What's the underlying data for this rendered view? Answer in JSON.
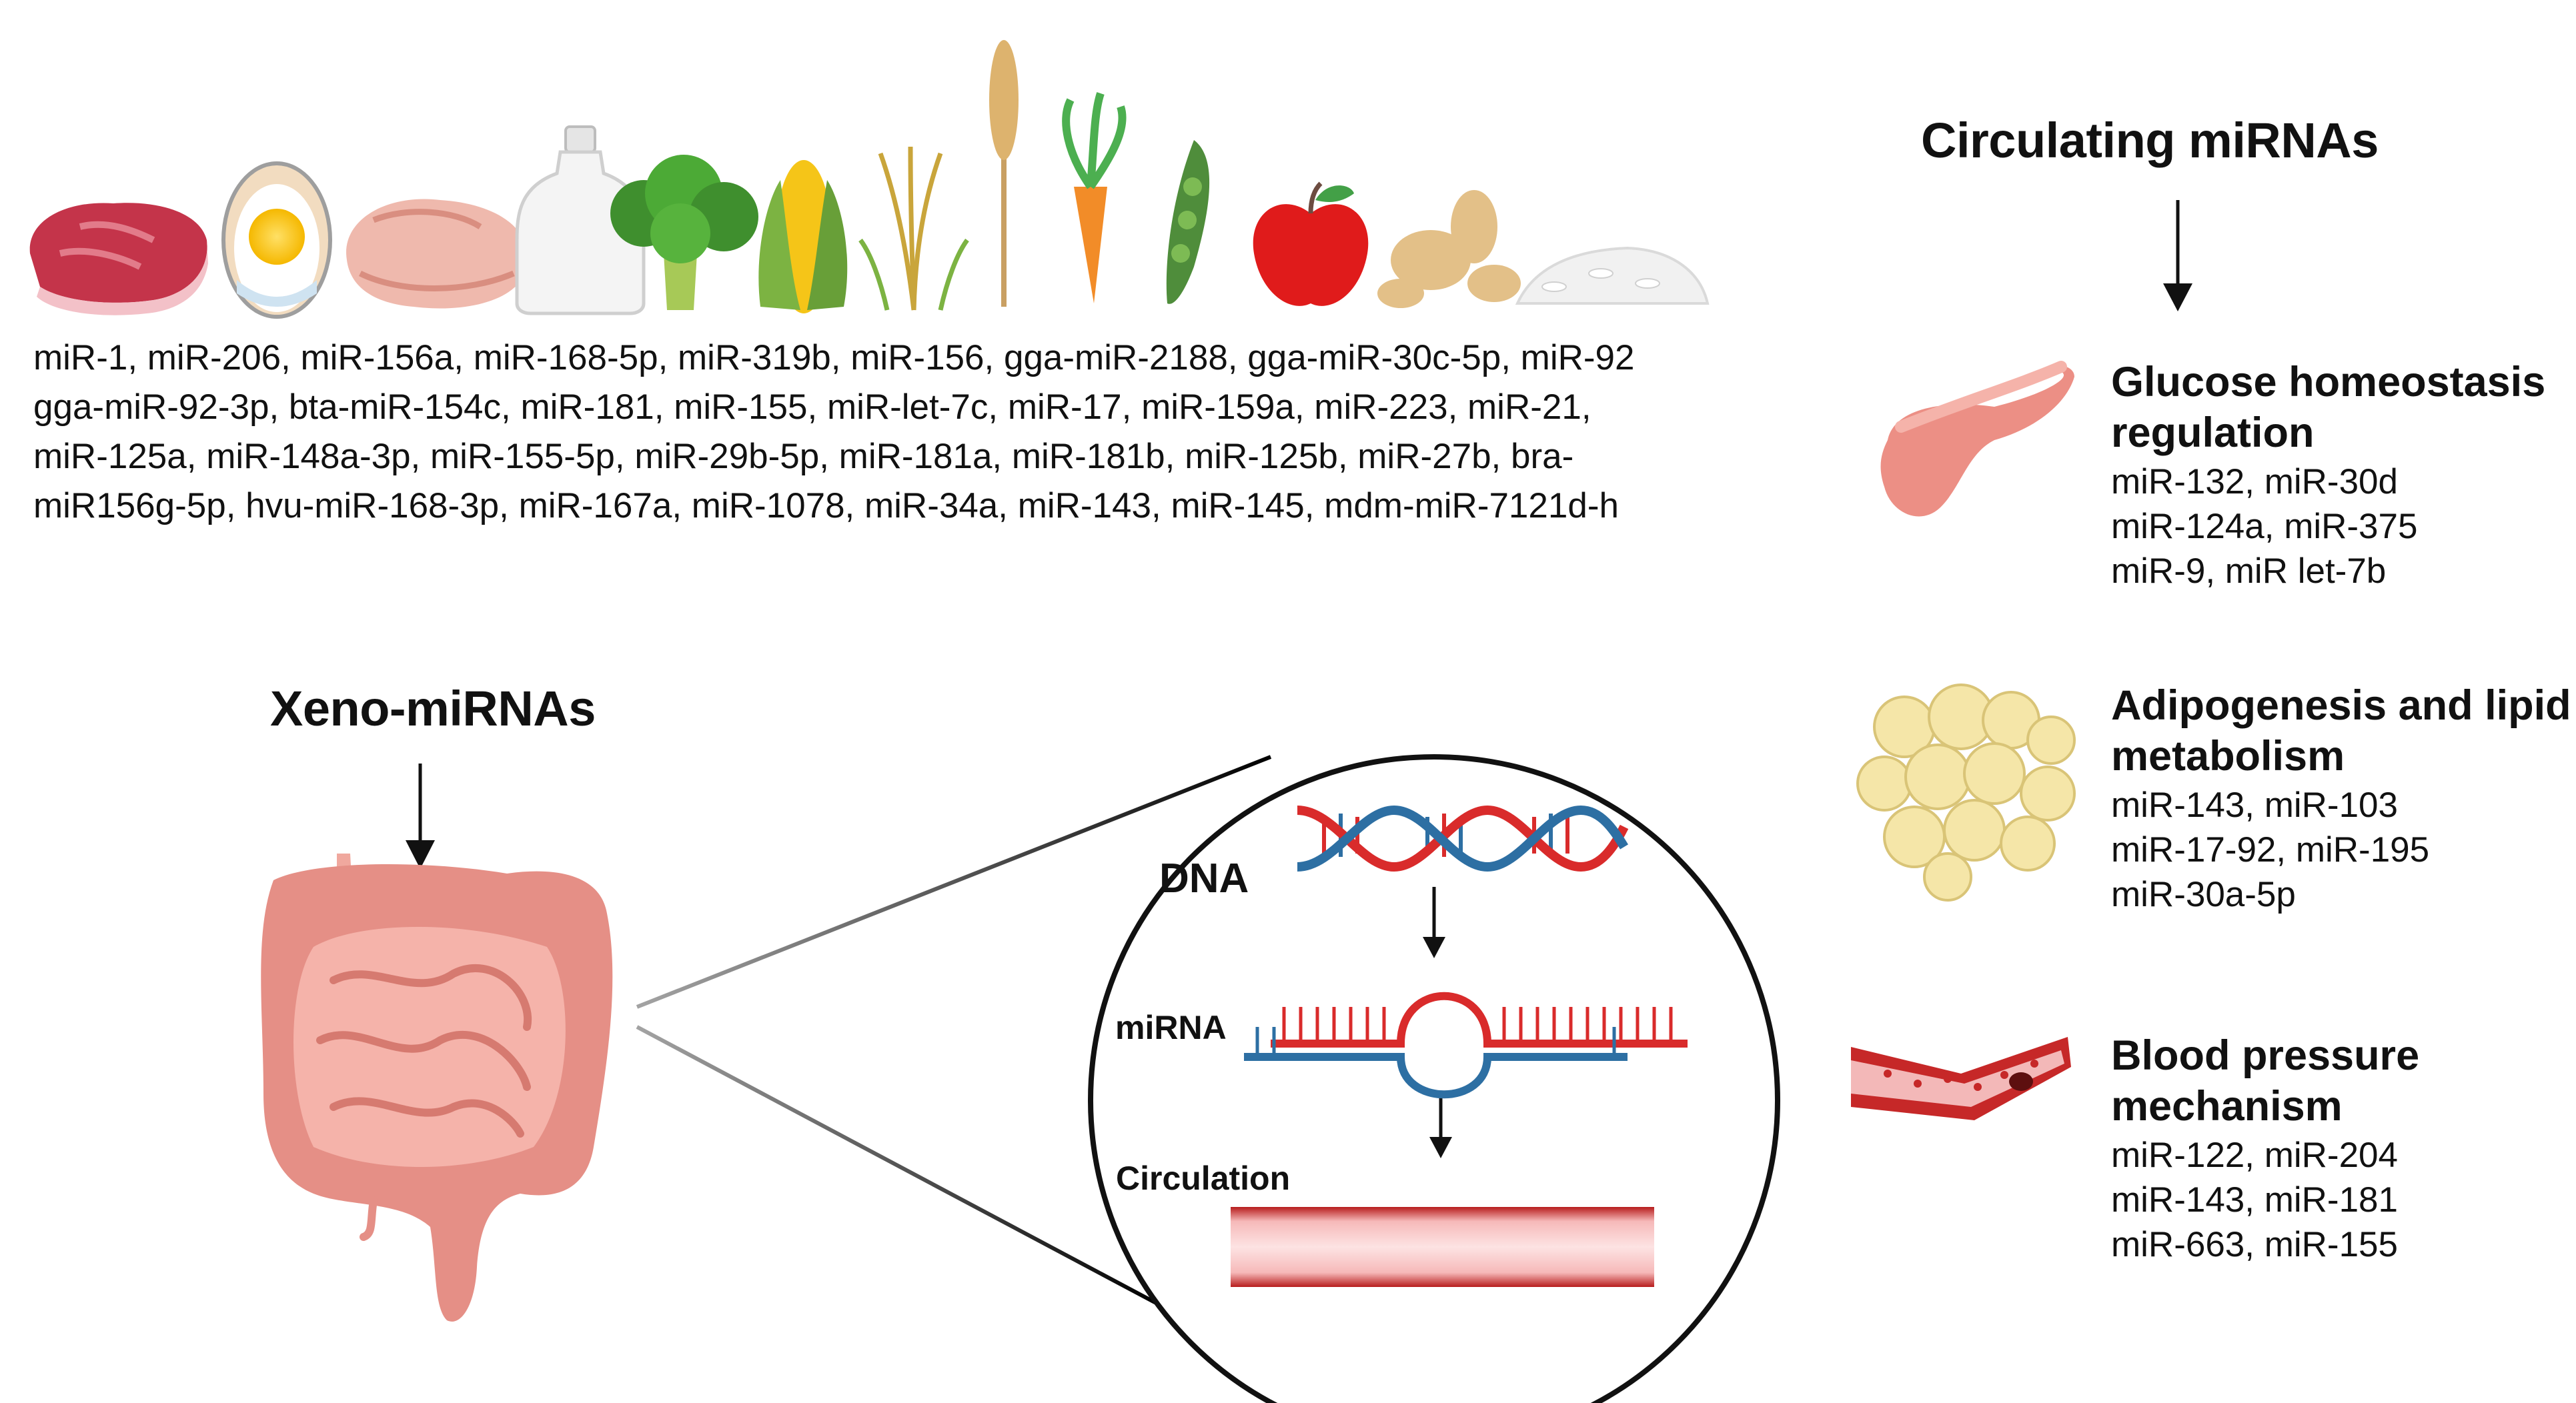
{
  "circulating": {
    "title": "Circulating miRNAs"
  },
  "xeno": {
    "title": "Xeno-miRNAs"
  },
  "food_icons": [
    "meat-icon",
    "egg-icon",
    "chicken-icon",
    "milk-bottle-icon",
    "broccoli-icon",
    "corn-icon",
    "rice-plant-icon",
    "wheat-icon",
    "carrot-icon",
    "pea-pod-icon",
    "apple-icon",
    "ginger-icon",
    "rice-grains-icon"
  ],
  "food_mirnas": {
    "lines": [
      "miR-1, miR-206, miR-156a, miR-168-5p, miR-319b, miR-156, gga-miR-2188, gga-miR-30c-5p, miR-92",
      "gga-miR-92-3p,  bta-miR-154c,  miR-181,  miR-155, miR-let-7c,  miR-17,  miR-159a,  miR-223,  miR-21,",
      "miR-125a,  miR-148a-3p,  miR-155-5p, miR-29b-5p,  miR-181a,  miR-181b,  miR-125b,  miR-27b,  bra-",
      "miR156g-5p, hvu-miR-168-3p, miR-167a, miR-1078, miR-34a, miR-143, miR-145, mdm-miR-7121d-h"
    ]
  },
  "inset": {
    "dna_label": "DNA",
    "mirna_label": "miRNA",
    "circulation_label": "Circulation"
  },
  "categories": [
    {
      "title_lines": [
        "Glucose homeostasis",
        "regulation"
      ],
      "mirnas": [
        "miR-132, miR-30d",
        "miR-124a, miR-375",
        "miR-9, miR let-7b"
      ]
    },
    {
      "title_lines": [
        "Adipogenesis and lipid",
        "metabolism"
      ],
      "mirnas": [
        "miR-143, miR-103",
        "miR-17-92, miR-195",
        "miR-30a-5p"
      ]
    },
    {
      "title_lines": [
        "Blood pressure",
        "mechanism"
      ],
      "mirnas": [
        "miR-122, miR-204",
        "miR-143, miR-181",
        "miR-663,  miR-155"
      ]
    }
  ],
  "colors": {
    "dna_red": "#d92b2b",
    "dna_blue": "#2d6fa3",
    "intestine": "#e8968c",
    "pancreas": "#ec8f85",
    "adipocyte": "#f5e6a8",
    "vessel": "#c62828"
  }
}
